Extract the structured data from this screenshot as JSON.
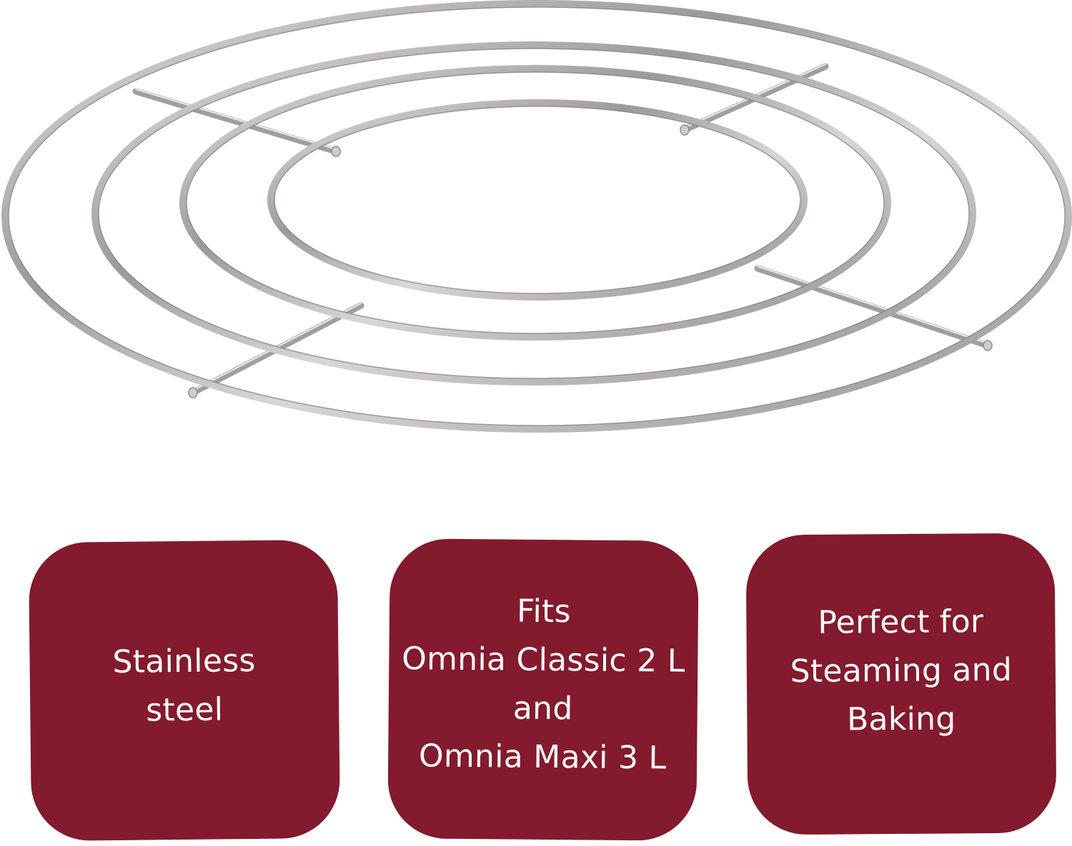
{
  "product": {
    "image_name": "stainless-steel-trivet-rack",
    "metal_color": "#b7b5b2"
  },
  "badge_color": "#831a2d",
  "features": [
    {
      "lines": [
        "Stainless",
        "steel"
      ]
    },
    {
      "lines": [
        "Fits",
        "Omnia Classic 2 L",
        "and",
        "Omnia Maxi 3 L"
      ]
    },
    {
      "lines": [
        "Perfect for",
        "Steaming and",
        "Baking"
      ]
    }
  ]
}
